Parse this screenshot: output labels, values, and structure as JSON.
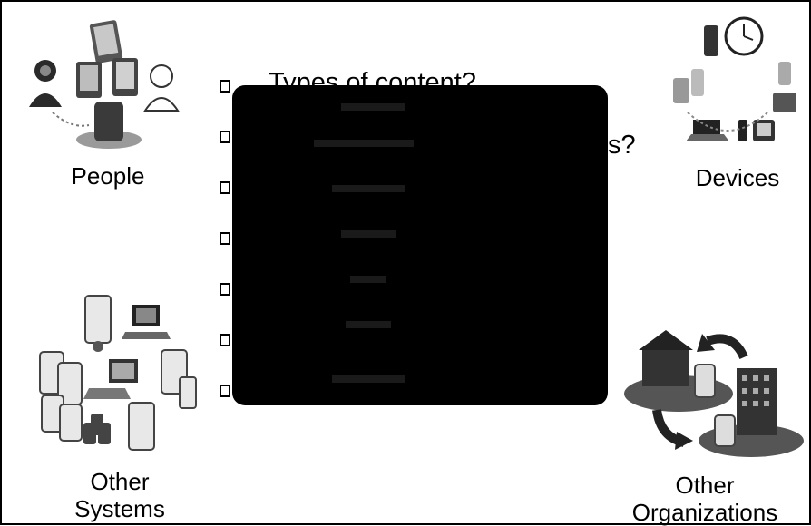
{
  "nodes": {
    "people": "People",
    "devices": "Devices",
    "other_systems_line1": "Other",
    "other_systems_line2": "Systems",
    "other_orgs_line1": "Other",
    "other_orgs_line2": "Organizations"
  },
  "questions": {
    "q1": "Types of content?",
    "q2_tail": "s?"
  },
  "icons": {
    "people": "people-devices-cluster-icon",
    "devices": "devices-ring-icon",
    "systems": "server-network-icon",
    "organizations": "buildings-exchange-icon"
  },
  "colors": {
    "panel": "#000000",
    "icon_gray": "#7a7a7a"
  }
}
